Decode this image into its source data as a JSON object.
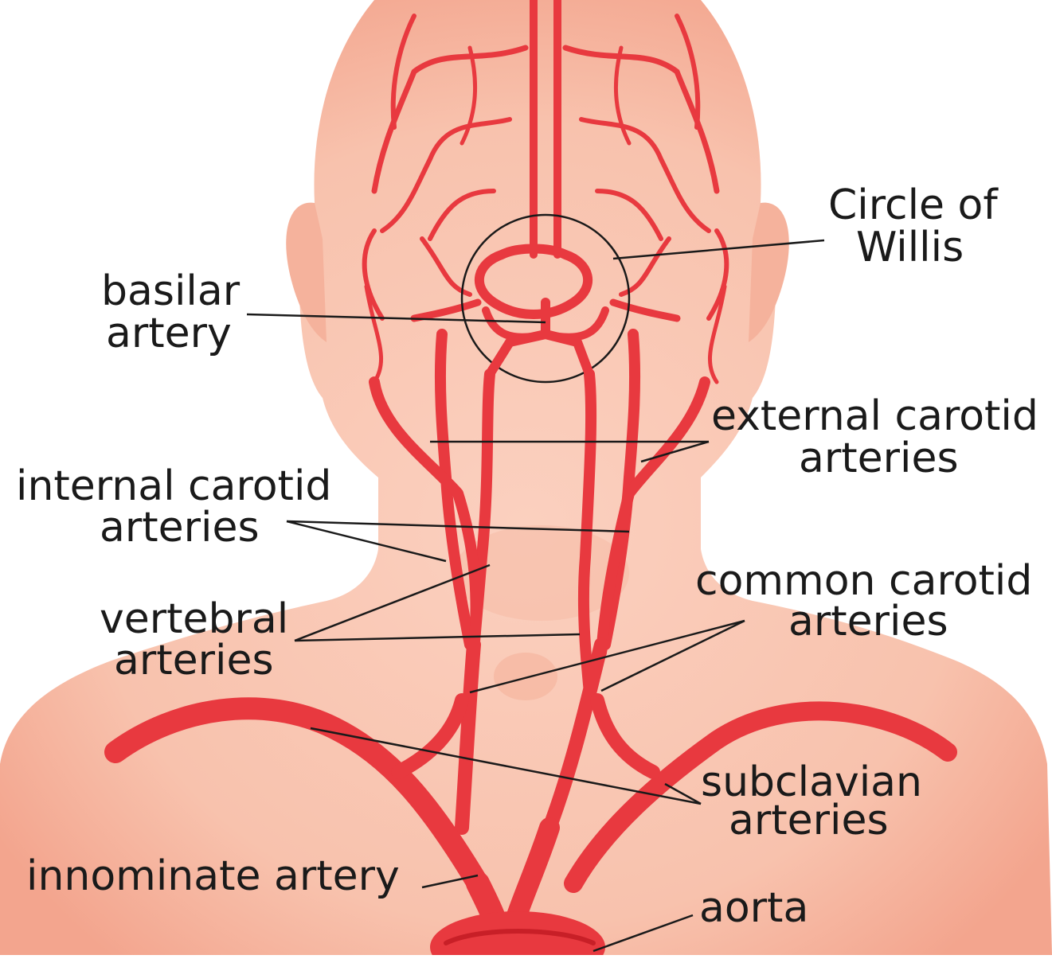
{
  "colors": {
    "skin": "#f8c2ad",
    "skin_edge": "#f3a58e",
    "artery": "#e8393f",
    "artery_dark": "#c81f27",
    "label_text": "#1a1a1a"
  },
  "labels": {
    "circle_of_willis": [
      "Circle of",
      "Willis"
    ],
    "basilar_artery": [
      "basilar",
      "artery"
    ],
    "external_carotid": [
      "external carotid",
      "arteries"
    ],
    "internal_carotid": [
      "internal carotid",
      "arteries"
    ],
    "common_carotid": [
      "common carotid",
      "arteries"
    ],
    "vertebral": [
      "vertebral",
      "arteries"
    ],
    "subclavian": [
      "subclavian",
      "arteries"
    ],
    "innominate": [
      "innominate artery"
    ],
    "aorta": [
      "aorta"
    ]
  }
}
